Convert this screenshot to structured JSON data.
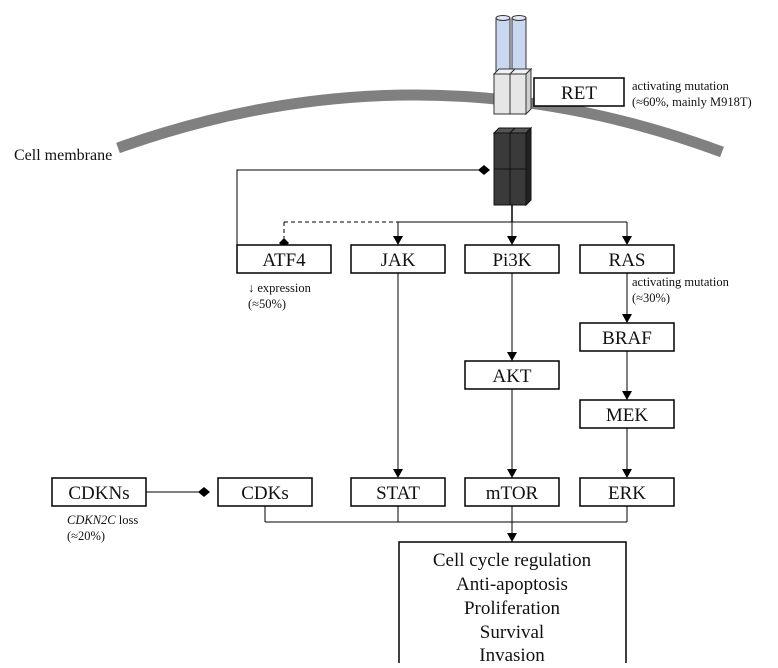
{
  "diagram": {
    "membrane_label": "Cell membrane",
    "receptor": {
      "label": "RET",
      "annotation": [
        "activating mutation",
        "(≈60%, mainly M918T)"
      ],
      "colors": {
        "extracellular": "#c9d8f0",
        "transmembrane": "#e6e6e6",
        "intracellular": "#3a3a3a"
      }
    },
    "pathway_nodes": {
      "atf4": "ATF4",
      "jak": "JAK",
      "pi3k": "Pi3K",
      "ras": "RAS",
      "braf": "BRAF",
      "akt": "AKT",
      "mek": "MEK",
      "cdkns": "CDKNs",
      "cdks": "CDKs",
      "stat": "STAT",
      "mtor": "mTOR",
      "erk": "ERK"
    },
    "annotations": {
      "atf4_note": [
        "↓ expression",
        "(≈50%)"
      ],
      "ras_note": [
        "activating mutation",
        "(≈30%)"
      ],
      "cdkn_note_gene": "CDKN2C",
      "cdkn_note_rest": " loss",
      "cdkn_note_pct": "(≈20%)"
    },
    "outcomes": [
      "Cell cycle regulation",
      "Anti-apoptosis",
      "Proliferation",
      "Survival",
      "Invasion"
    ],
    "colors": {
      "membrane": "#808080",
      "line": "#000000"
    }
  }
}
